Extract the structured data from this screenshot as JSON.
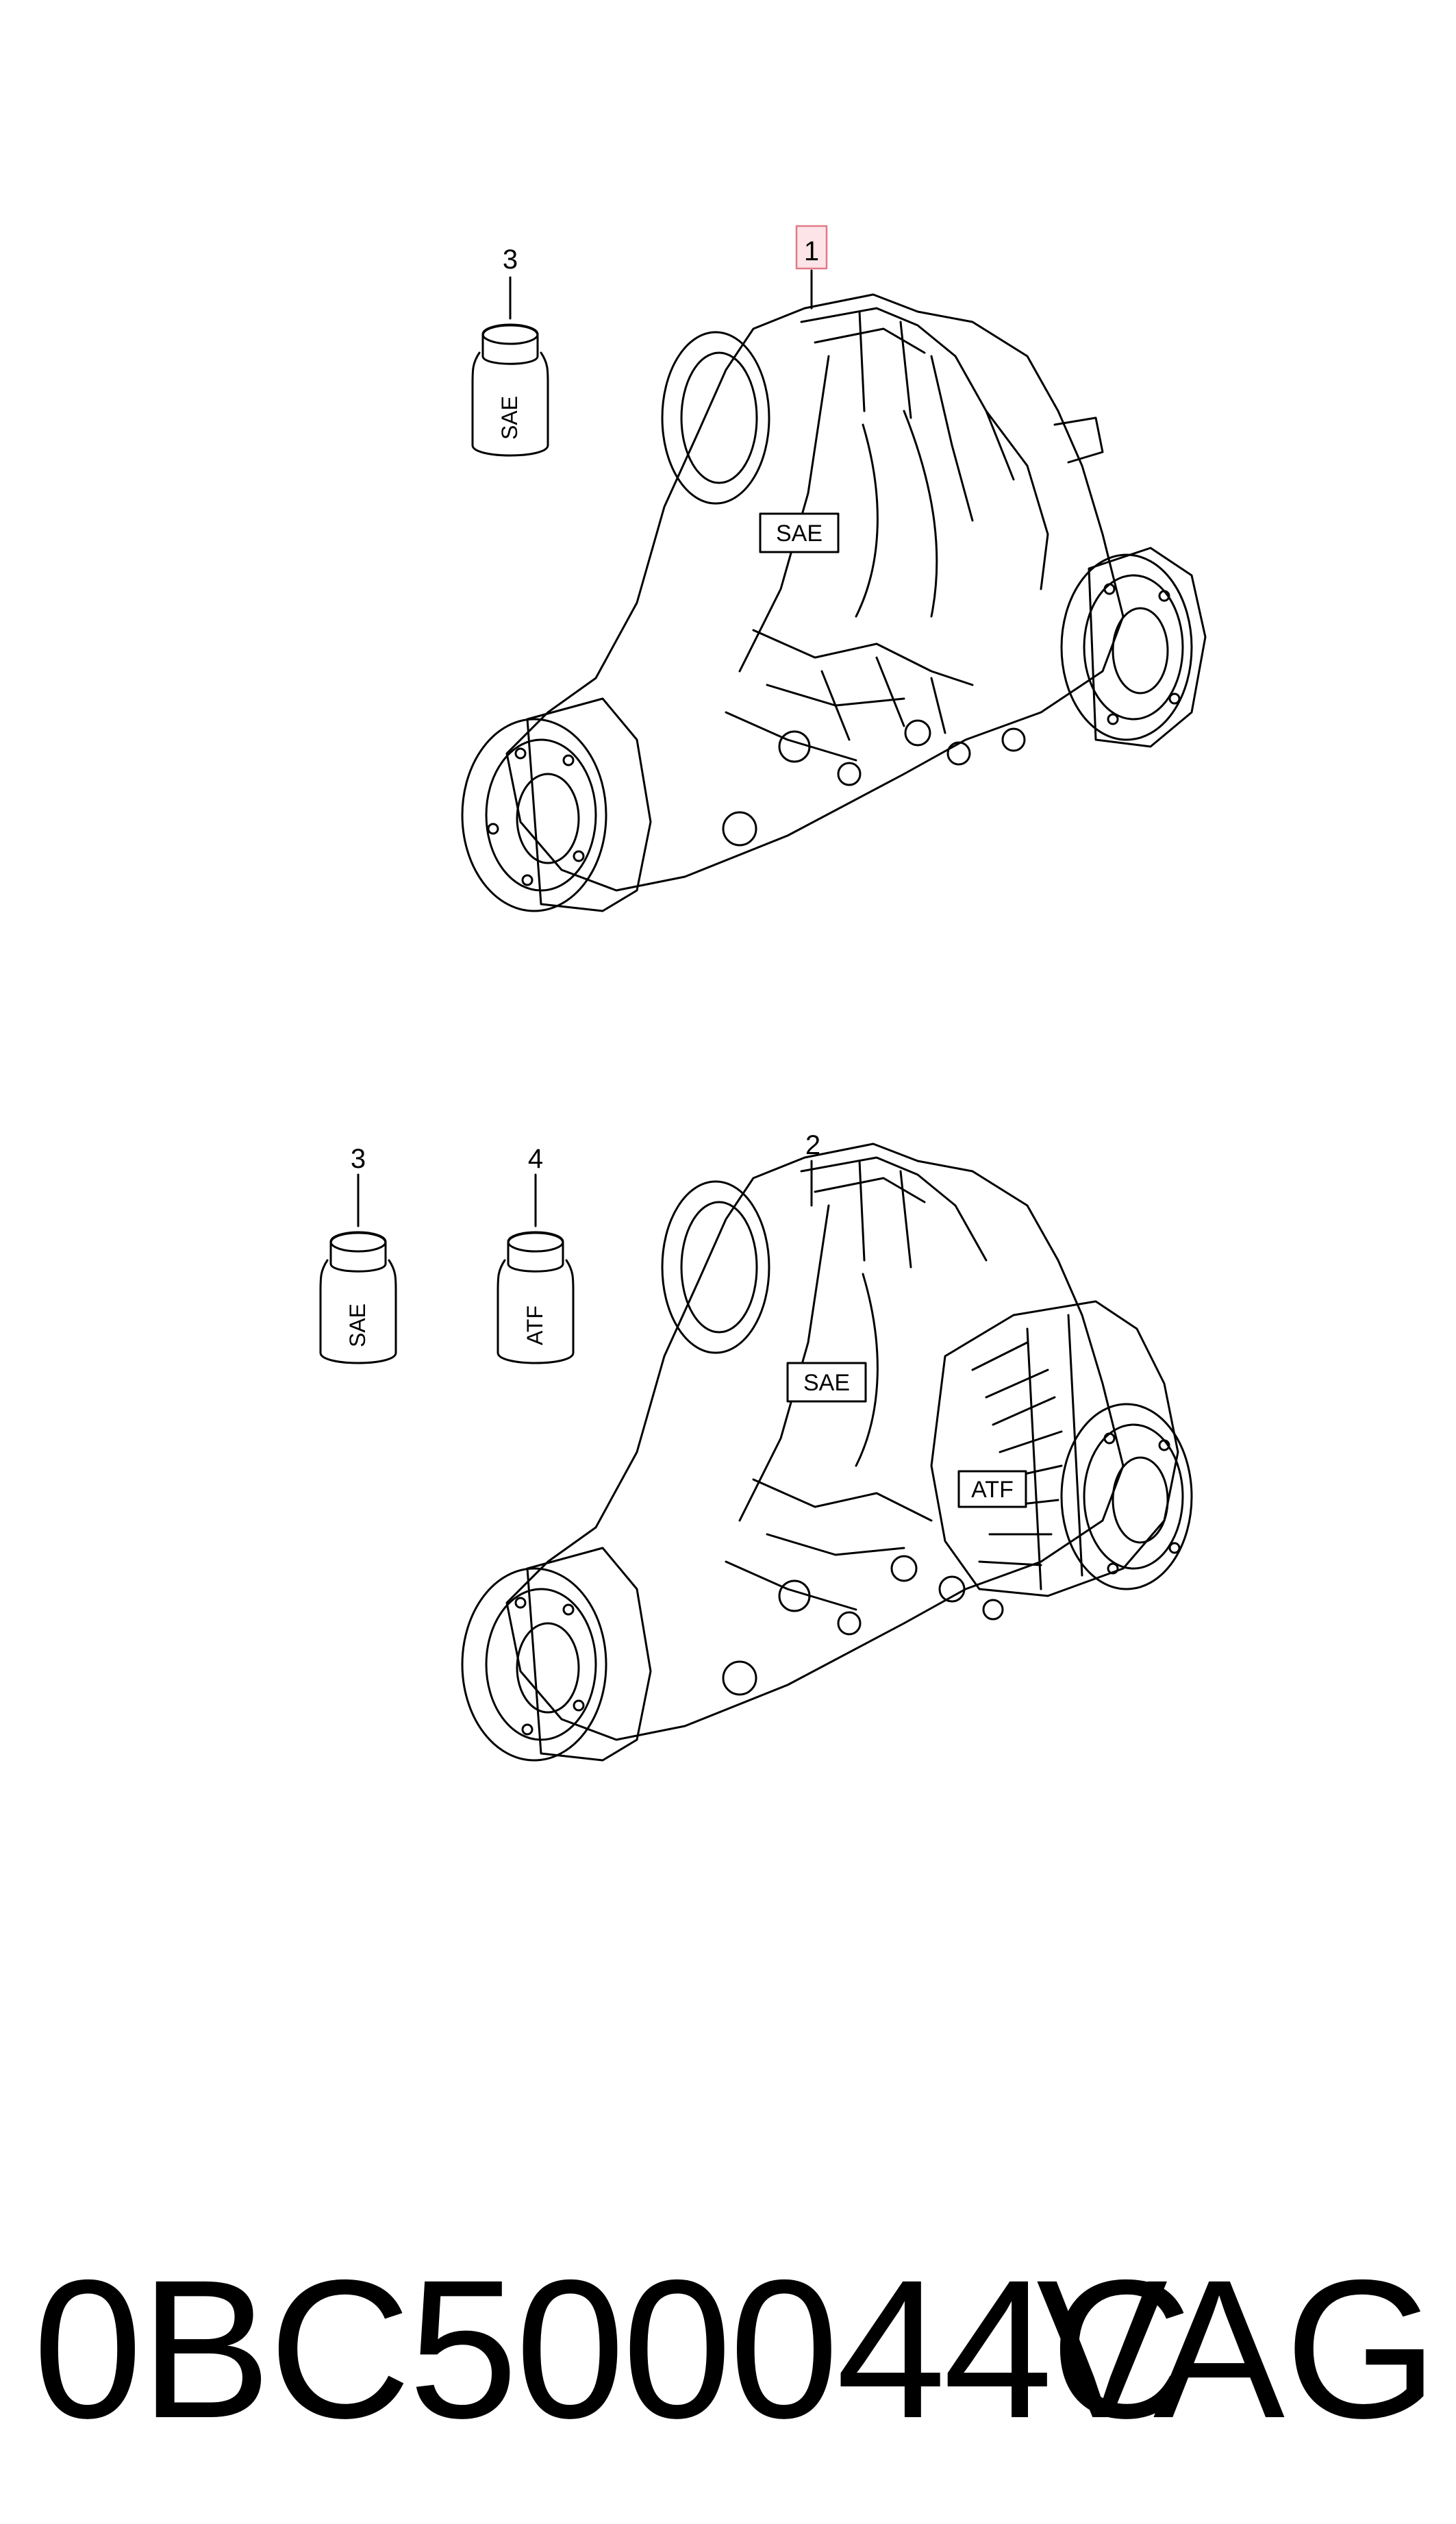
{
  "callouts": {
    "c1": "1",
    "c2": "2",
    "c3a": "3",
    "c3b": "3",
    "c4": "4"
  },
  "bottles": {
    "top_sae": "SAE",
    "bottom_sae": "SAE",
    "bottom_atf": "ATF"
  },
  "housing_labels": {
    "top_sae": "SAE",
    "bottom_sae": "SAE",
    "bottom_atf": "ATF"
  },
  "footer": {
    "part_number": "0BC500044C",
    "brand": "VAG"
  },
  "colors": {
    "line": "#000000",
    "highlight_fill": "#fde4e8",
    "highlight_stroke": "#e07a88"
  }
}
